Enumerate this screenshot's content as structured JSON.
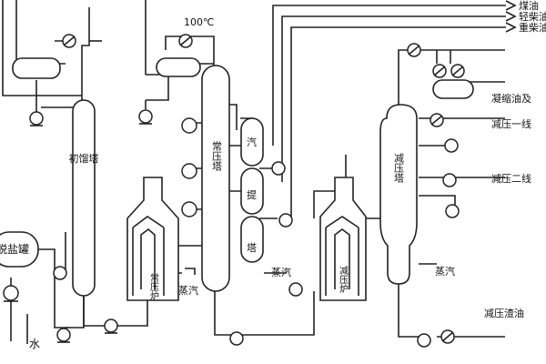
{
  "labels": {
    "desalter": "脱盐罐",
    "water": "水",
    "pre_flash_tower": "初馏塔",
    "atmos_furnace": "常压炉",
    "steam_1": "蒸汽",
    "temp": "100℃",
    "atmos_tower": "常压塔",
    "stripper_1": "汽",
    "stripper_2": "提",
    "stripper_3": "塔",
    "steam_2": "蒸汽",
    "vacuum_furnace": "减压炉",
    "vacuum_tower": "减压塔",
    "steam_3": "蒸汽",
    "product_coal": "煤油",
    "product_light_diesel": "轻柴油",
    "product_heavy_diesel": "重柴油",
    "product_condensate": "凝缩油及",
    "product_vac1": "减压一线",
    "product_vac2": "减压二线",
    "product_vac_residue": "减压渣油"
  },
  "colors": {
    "line": "#222222",
    "background": "#ffffff"
  }
}
